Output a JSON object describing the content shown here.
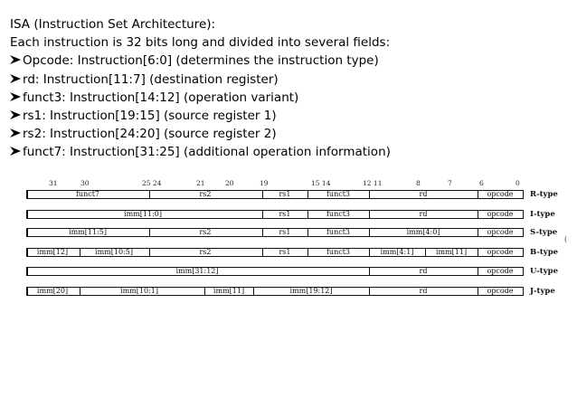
{
  "heading": "ISA (Instruction Set Architecture):",
  "intro": "Each instruction is 32 bits long and divided into several fields:",
  "bullets": [
    {
      "name": "Opcode",
      "desc": ": Instruction[6:0] (determines the instruction type)"
    },
    {
      "name": "rd",
      "desc": ": Instruction[11:7] (destination register)"
    },
    {
      "name": "funct3",
      "desc": ": Instruction[14:12] (operation variant)"
    },
    {
      "name": "rs1",
      "desc": ": Instruction[19:15] (source register 1)"
    },
    {
      "name": "rs2",
      "desc": ": Instruction[24:20] (source register 2)"
    },
    {
      "name": "funct7",
      "desc": ": Instruction[31:25] (additional operation information)"
    }
  ],
  "bullet_icon": "arrowhead-bullet-icon",
  "bit_positions": [
    "31",
    "30",
    "25 24",
    "21",
    "20",
    "19",
    "15 14",
    "12 11",
    "8",
    "7",
    "6",
    "0"
  ],
  "formats": [
    {
      "type": "R-type",
      "fields": [
        "funct7",
        "rs2",
        "rs1",
        "funct3",
        "rd",
        "opcode"
      ]
    },
    {
      "type": "I-type",
      "fields": [
        "imm[11:0]",
        "rs1",
        "funct3",
        "rd",
        "opcode"
      ]
    },
    {
      "type": "S-type",
      "fields": [
        "imm[11:5]",
        "rs2",
        "rs1",
        "funct3",
        "imm[4:0]",
        "opcode"
      ]
    },
    {
      "type": "B-type",
      "fields": [
        "imm[12]",
        "imm[10:5]",
        "rs2",
        "rs1",
        "funct3",
        "imm[4:1]",
        "imm[11]",
        "opcode"
      ]
    },
    {
      "type": "U-type",
      "fields": [
        "imm[31:12]",
        "rd",
        "opcode"
      ]
    },
    {
      "type": "J-type",
      "fields": [
        "imm[20]",
        "imm[10:1]",
        "imm[11]",
        "imm[19:12]",
        "rd",
        "opcode"
      ]
    }
  ],
  "edge_mark": "("
}
